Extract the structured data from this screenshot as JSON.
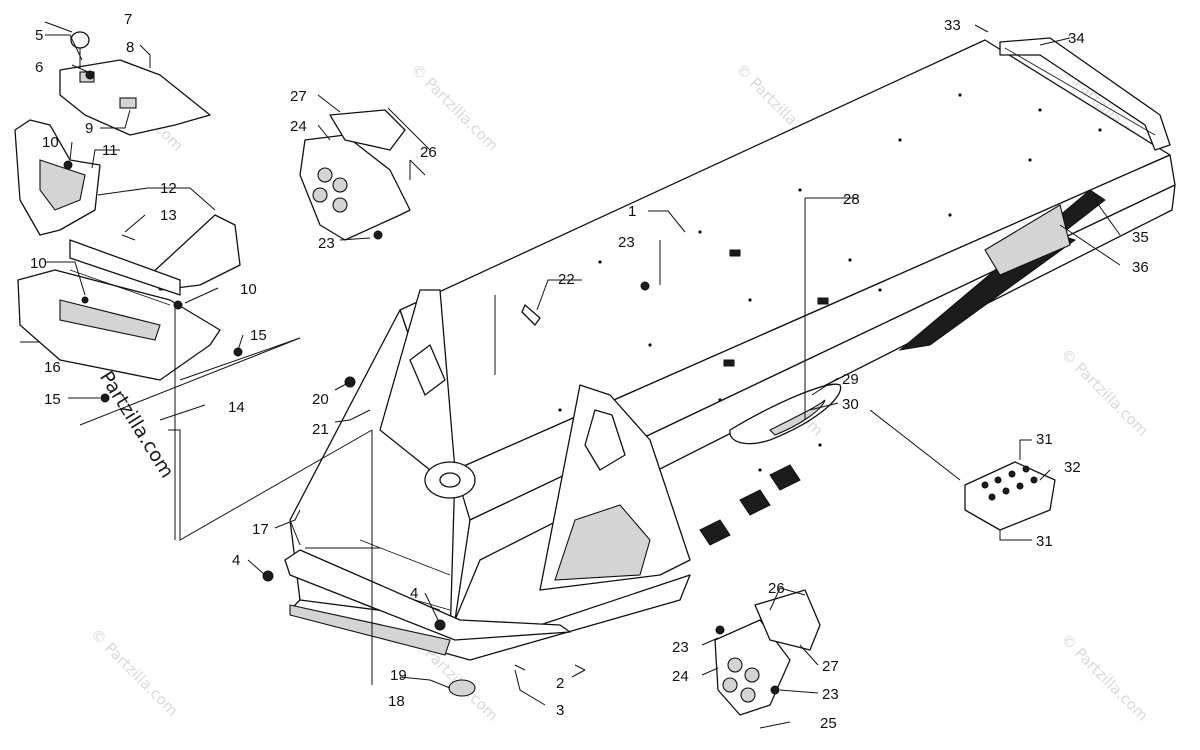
{
  "watermark": {
    "text": "© Partzilla.com",
    "color": "#d9d9d9"
  },
  "callouts": [
    {
      "id": "c1",
      "label": "1"
    },
    {
      "id": "c2",
      "label": "2"
    },
    {
      "id": "c3",
      "label": "3"
    },
    {
      "id": "c4a",
      "label": "4"
    },
    {
      "id": "c4b",
      "label": "4"
    },
    {
      "id": "c5",
      "label": "5"
    },
    {
      "id": "c6",
      "label": "6"
    },
    {
      "id": "c7",
      "label": "7"
    },
    {
      "id": "c8",
      "label": "8"
    },
    {
      "id": "c9",
      "label": "9"
    },
    {
      "id": "c10a",
      "label": "10"
    },
    {
      "id": "c10b",
      "label": "10"
    },
    {
      "id": "c10c",
      "label": "10"
    },
    {
      "id": "c11",
      "label": "11"
    },
    {
      "id": "c12",
      "label": "12"
    },
    {
      "id": "c13",
      "label": "13"
    },
    {
      "id": "c14",
      "label": "14"
    },
    {
      "id": "c15a",
      "label": "15"
    },
    {
      "id": "c15b",
      "label": "15"
    },
    {
      "id": "c16",
      "label": "16"
    },
    {
      "id": "c17",
      "label": "17"
    },
    {
      "id": "c18",
      "label": "18"
    },
    {
      "id": "c19",
      "label": "19"
    },
    {
      "id": "c20",
      "label": "20"
    },
    {
      "id": "c21",
      "label": "21"
    },
    {
      "id": "c22",
      "label": "22"
    },
    {
      "id": "c23a",
      "label": "23"
    },
    {
      "id": "c23b",
      "label": "23"
    },
    {
      "id": "c23c",
      "label": "23"
    },
    {
      "id": "c23d",
      "label": "23"
    },
    {
      "id": "c24a",
      "label": "24"
    },
    {
      "id": "c24b",
      "label": "24"
    },
    {
      "id": "c25",
      "label": "25"
    },
    {
      "id": "c26a",
      "label": "26"
    },
    {
      "id": "c26b",
      "label": "26"
    },
    {
      "id": "c27a",
      "label": "27"
    },
    {
      "id": "c27b",
      "label": "27"
    },
    {
      "id": "c28",
      "label": "28"
    },
    {
      "id": "c29",
      "label": "29"
    },
    {
      "id": "c30",
      "label": "30"
    },
    {
      "id": "c31a",
      "label": "31"
    },
    {
      "id": "c31b",
      "label": "31"
    },
    {
      "id": "c32",
      "label": "32"
    },
    {
      "id": "c33",
      "label": "33"
    },
    {
      "id": "c34",
      "label": "34"
    },
    {
      "id": "c35",
      "label": "35"
    },
    {
      "id": "c36",
      "label": "36"
    }
  ]
}
